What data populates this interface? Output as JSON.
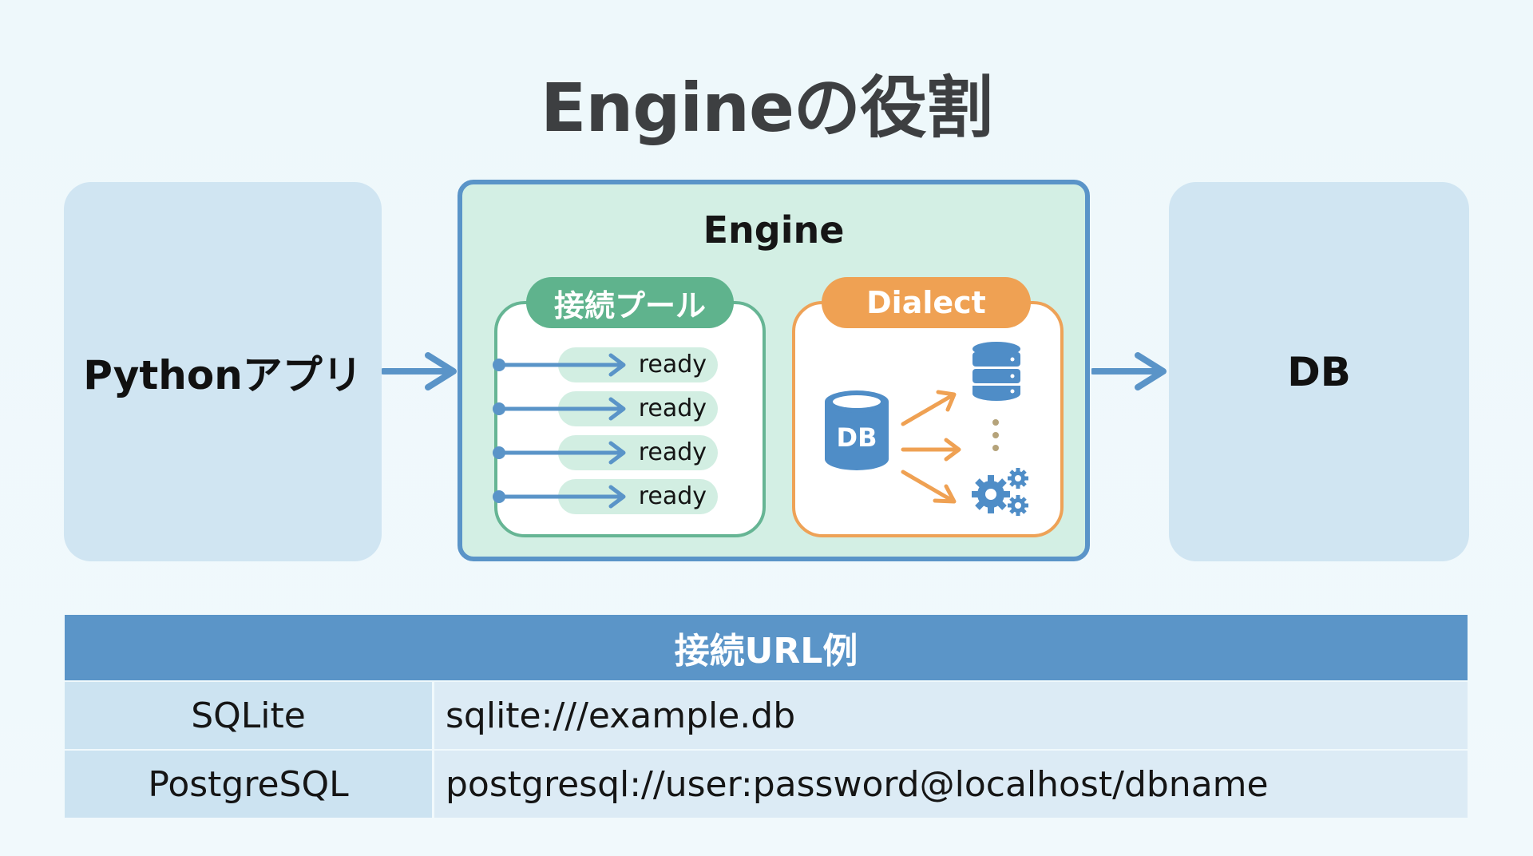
{
  "title": "Engineの役割",
  "left_box": {
    "label": "Pythonアプリ"
  },
  "right_box": {
    "label": "DB"
  },
  "engine": {
    "label": "Engine",
    "pool": {
      "label": "接続プール",
      "connections": [
        {
          "status": "ready"
        },
        {
          "status": "ready"
        },
        {
          "status": "ready"
        },
        {
          "status": "ready"
        }
      ]
    },
    "dialect": {
      "label": "Dialect",
      "source_icon_label": "DB",
      "targets": [
        "database-stack-icon",
        "ellipsis-icon",
        "gears-icon"
      ]
    }
  },
  "table": {
    "header": "接続URL例",
    "rows": [
      {
        "db": "SQLite",
        "url": "sqlite:///example.db"
      },
      {
        "db": "PostgreSQL",
        "url": "postgresql://user:password@localhost/dbname"
      }
    ]
  },
  "colors": {
    "blue": "#5a94c8",
    "green": "#5fb38d",
    "orange": "#efa153",
    "box_bg": "#d0e5f2",
    "engine_bg": "#d3efe4"
  }
}
